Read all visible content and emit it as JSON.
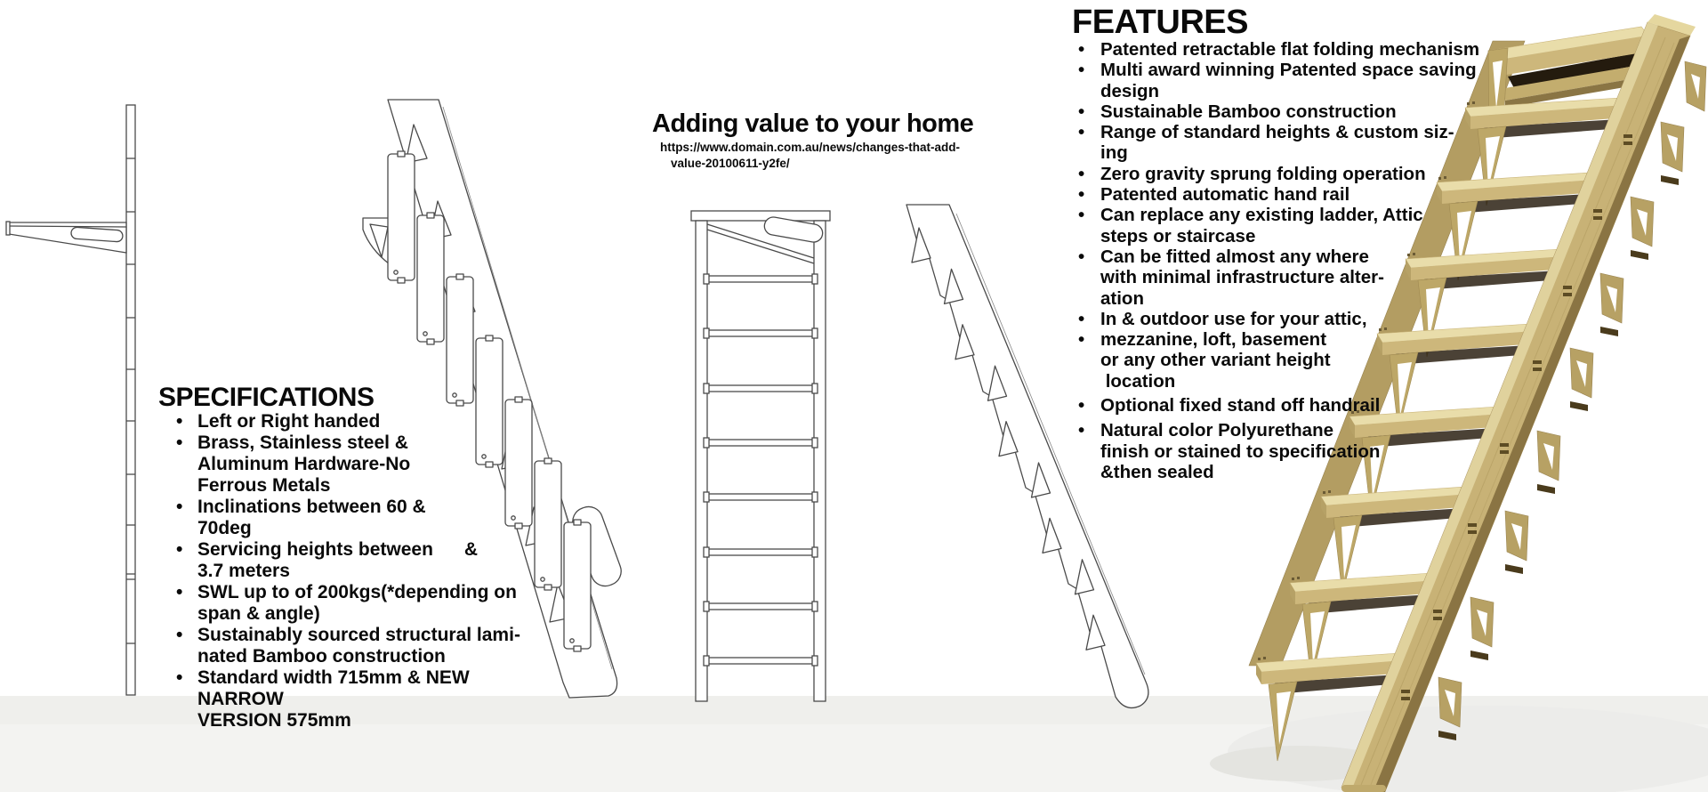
{
  "bullet": "•",
  "page": {
    "background": "#ffffff",
    "footer_band": "#f3f3f1"
  },
  "center_header": {
    "title": "Adding value to your home",
    "url_line1": "https://www.domain.com.au/news/changes-that-add-",
    "url_line2": "value-20100611-y2fe/"
  },
  "specifications": {
    "title": "SPECIFICATIONS",
    "items": [
      "Left or Right handed",
      "Brass, Stainless steel &\nAluminum Hardware-No\nFerrous Metals",
      "Inclinations between 60 &\n70deg",
      "Servicing heights between      &\n3.7 meters",
      "SWL up to of 200kgs(*depending on\nspan & angle)",
      "Sustainably sourced structural lami-\nnated Bamboo construction",
      "Standard width 715mm & NEW NARROW\nVERSION 575mm"
    ]
  },
  "features": {
    "title": "FEATURES",
    "items": [
      "Patented retractable flat folding mechanism",
      "Multi award winning Patented space saving\ndesign",
      "Sustainable Bamboo construction",
      "Range of standard heights & custom siz-\ning",
      "Zero gravity sprung folding operation",
      "Patented automatic hand rail",
      "Can replace any existing ladder, Attic\nsteps or staircase",
      "Can be fitted almost any where\nwith minimal infrastructure alter-\nation",
      "In & outdoor use for your attic,",
      "mezzanine, loft, basement\nor any other variant height\n location",
      "Optional fixed stand off handrail",
      "Natural color Polyurethane\nfinish or stained to specification\n&then sealed"
    ]
  },
  "figures": {
    "left": "folded-flat-profile-drawing",
    "second": "unfolding-side-view-drawing",
    "third": "front-view-drawing",
    "fourth": "folded-side-view-drawing",
    "right": "bamboo-staircase-3d-render"
  },
  "colors": {
    "text": "#0a0a0a",
    "line_art": "#4a4a4a",
    "wood_light": "#e9ddaa",
    "wood_mid": "#c8b276",
    "wood_dark": "#8a7443",
    "wood_shadow": "#2b2113"
  }
}
